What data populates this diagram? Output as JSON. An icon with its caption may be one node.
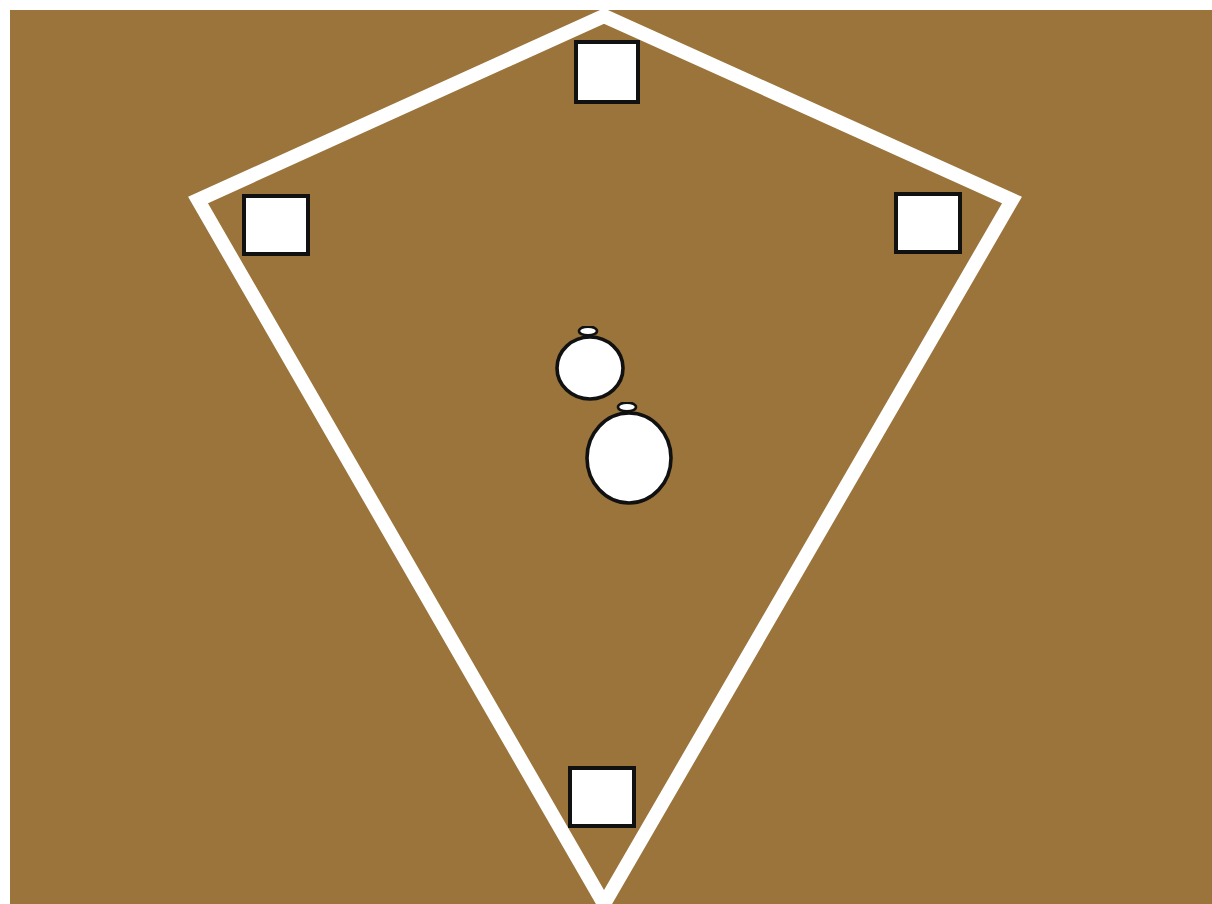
{
  "diagram": {
    "nodes": [
      {
        "text": [],
        "shape": "box"
      },
      {
        "text": [],
        "shape": "box"
      },
      {
        "text": [],
        "shape": "box"
      },
      {
        "text": [],
        "shape": "circle"
      },
      {
        "text": [],
        "shape": "circle"
      },
      {
        "text": [],
        "shape": "box"
      }
    ]
  }
}
